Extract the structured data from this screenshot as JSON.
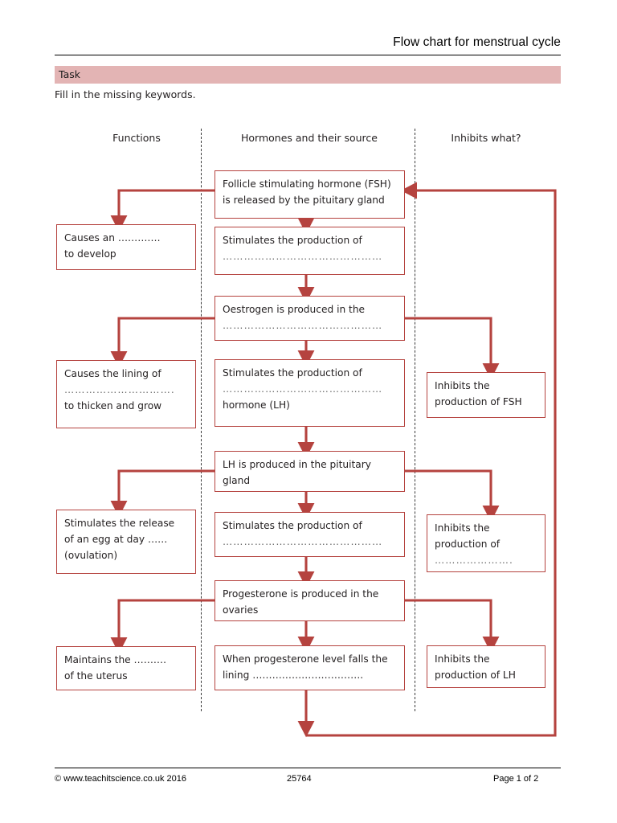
{
  "header": {
    "title": "Flow chart for menstrual cycle",
    "task_label": "Task",
    "task_instruction": "Fill in the missing keywords.",
    "task_bar_color": "#e3b4b4"
  },
  "columns": [
    {
      "label": "Functions"
    },
    {
      "label": "Hormones and their source"
    },
    {
      "label": "Inhibits what?"
    }
  ],
  "theme": {
    "box_border_color": "#b5433f",
    "connector_color": "#b5433f",
    "divider_color": "#3a3a3a",
    "text_color": "#231f20"
  },
  "boxes": {
    "fsh_source": {
      "lines": [
        "Follicle stimulating hormone (FSH)",
        "is released by the pituitary gland"
      ]
    },
    "fsh_function": {
      "lines": [
        "Causes an  ………….",
        "to develop"
      ]
    },
    "fsh_stimulates": {
      "lines": [
        "Stimulates the production of",
        "………………………………………"
      ]
    },
    "oestrogen_source": {
      "lines": [
        "Oestrogen is produced in the",
        "………………………………………"
      ]
    },
    "oestrogen_function": {
      "lines": [
        "Causes the lining of",
        "………………………….",
        "to thicken and grow"
      ]
    },
    "oestrogen_stimulates": {
      "lines": [
        "Stimulates the production of",
        "………………………………………",
        "hormone (LH)"
      ]
    },
    "oestrogen_inhibits": {
      "lines": [
        "Inhibits the",
        "production of FSH"
      ]
    },
    "lh_source": {
      "lines": [
        "LH is produced in the pituitary",
        "gland"
      ]
    },
    "lh_function": {
      "lines": [
        "Stimulates the release",
        "of an egg at day  ……",
        "(ovulation)"
      ]
    },
    "lh_stimulates": {
      "lines": [
        "Stimulates the production of",
        "………………………………………"
      ]
    },
    "lh_inhibits": {
      "lines": [
        "Inhibits the",
        "production of",
        "…………………."
      ]
    },
    "progesterone_source": {
      "lines": [
        "Progesterone is produced in the",
        "ovaries"
      ]
    },
    "progesterone_function": {
      "lines": [
        "Maintains the ……….",
        "of the uterus"
      ]
    },
    "progesterone_falls": {
      "lines": [
        "When progesterone level falls the",
        "lining ……………………………."
      ]
    },
    "progesterone_inhibits": {
      "lines": [
        "Inhibits the",
        "production of LH"
      ]
    }
  },
  "footer": {
    "copyright": "© www.teachitscience.co.uk 2016",
    "resource_id": "25764",
    "page_number": "Page 1 of 2"
  }
}
